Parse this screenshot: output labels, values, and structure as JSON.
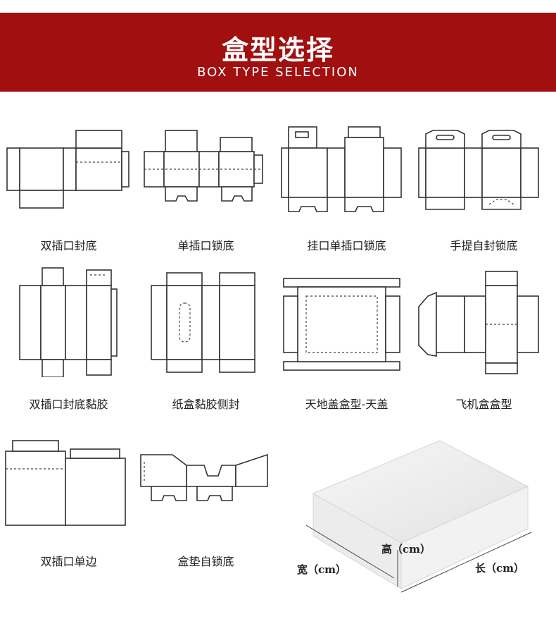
{
  "header": {
    "title": "盒型选择",
    "subtitle": "BOX TYPE SELECTION",
    "color": "#a10f0f"
  },
  "boxes": [
    {
      "label": "双插口封底"
    },
    {
      "label": "单插口锁底"
    },
    {
      "label": "挂口单插口锁底"
    },
    {
      "label": "手提自封锁底"
    },
    {
      "label": "双插口封底黏胶"
    },
    {
      "label": "纸盒黏胶侧封"
    },
    {
      "label": "天地盖盒型-天盖"
    },
    {
      "label": "飞机盒盒型"
    },
    {
      "label": "双插口单边"
    },
    {
      "label": "盒垫自锁底"
    }
  ],
  "dimensions": {
    "height": "高（cm）",
    "width": "宽（cm）",
    "length": "长（cm）"
  }
}
